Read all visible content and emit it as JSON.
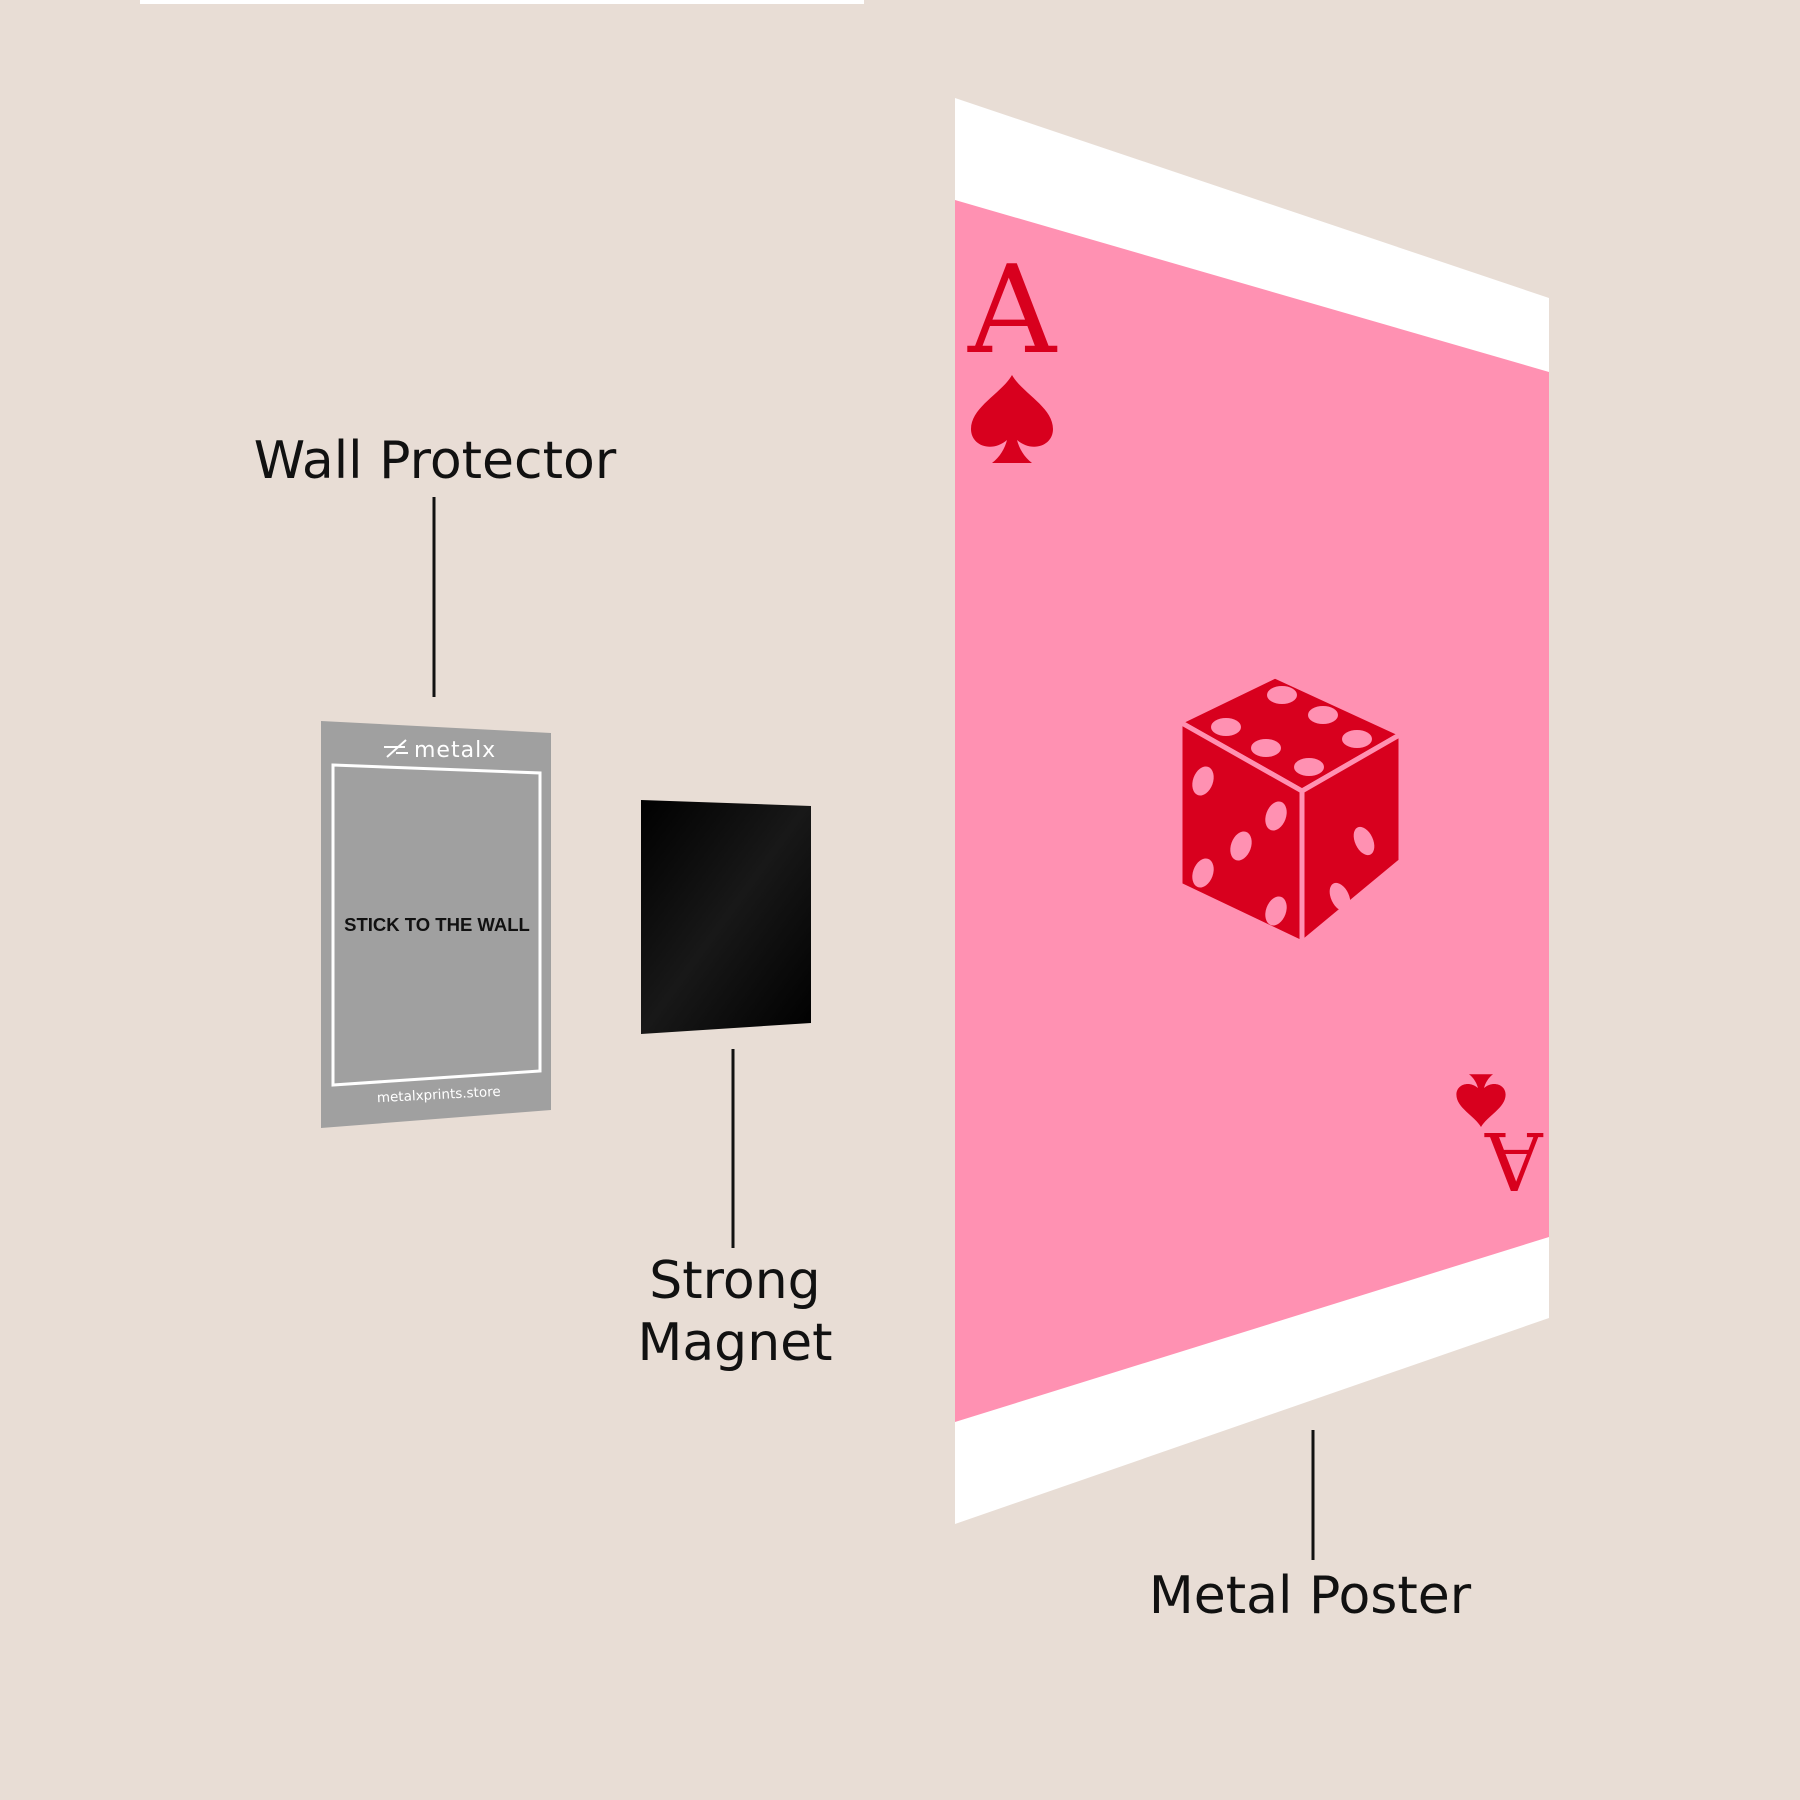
{
  "labels": {
    "wall_protector": "Wall Protector",
    "strong_magnet_line1": "Strong",
    "strong_magnet_line2": "Magnet",
    "metal_poster": "Metal Poster"
  },
  "wall_protector_card": {
    "brand": "metalx",
    "center_text": "STICK TO THE WALL",
    "footer_text": "metalxprints.store"
  },
  "poster_art": {
    "rank": "A",
    "suit_icon": "spade-icon",
    "image_icon": "dice-icon"
  },
  "colors": {
    "background": "#e8ddd5",
    "poster_pink": "#ff91b2",
    "poster_red": "#d8001e",
    "poster_white": "#ffffff",
    "protector_gray": "#a0a0a0",
    "magnet_black": "#050505",
    "text": "#111111"
  }
}
